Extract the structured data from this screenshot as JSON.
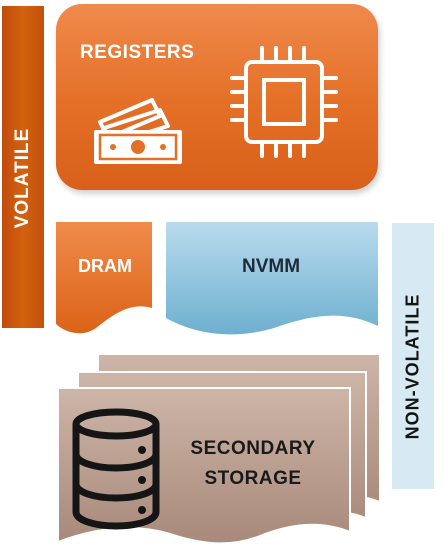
{
  "labels": {
    "volatile": "VOLATILE",
    "registers": "REGISTERS",
    "dram": "DRAM",
    "nvmm": "NVMM",
    "non_volatile": "NON-VOLATILE",
    "secondary_storage_line1": "SECONDARY",
    "secondary_storage_line2": "STORAGE"
  },
  "icons": {
    "registers_money": "money-icon",
    "registers_chip": "cpu-chip-icon",
    "storage_database": "database-icon"
  },
  "colors": {
    "volatile_bar": "#c95a0f",
    "registers_fill": "#e8752e",
    "dram_fill": "#e8752e",
    "nvmm_fill": "#8ec4dd",
    "non_volatile_bar": "#d7e9f3",
    "storage_fill": "#bfa597"
  }
}
